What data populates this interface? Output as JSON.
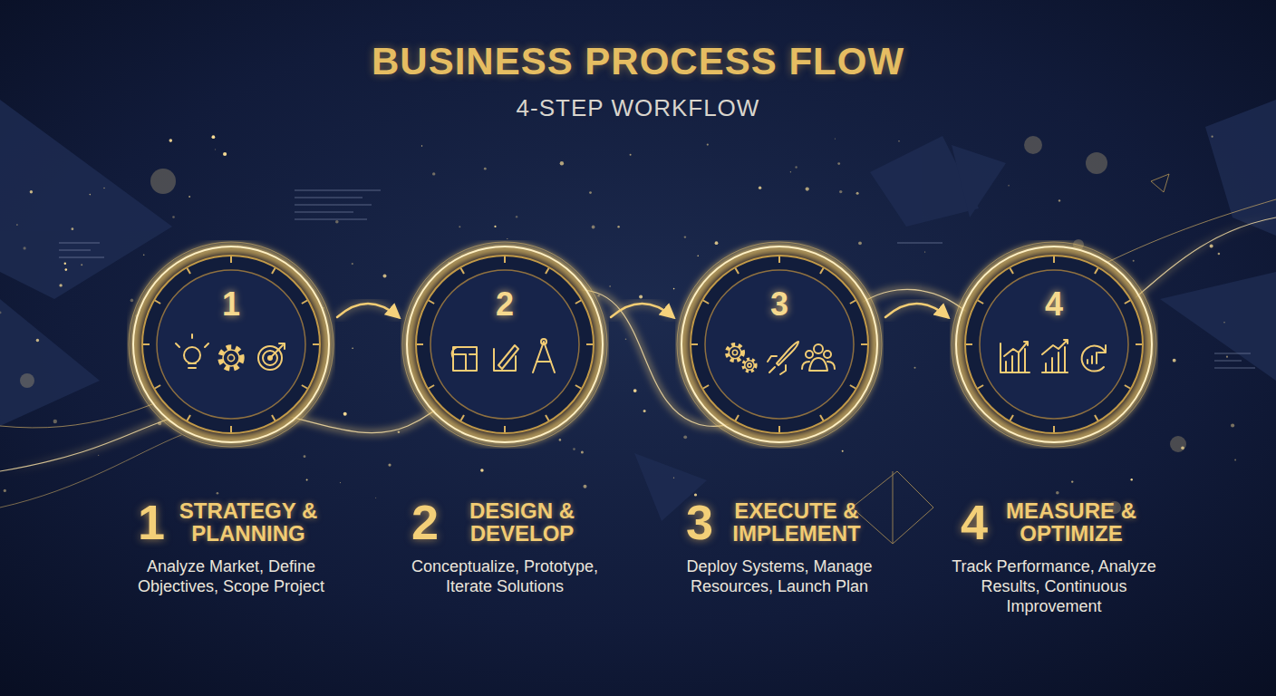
{
  "diagram": {
    "title": "BUSINESS PROCESS FLOW",
    "nodes": [
      {
        "text": [
          "1",
          "1",
          "STRATEGY & PLANNING",
          "Analyze Market, Define Objectives, Scope Project"
        ]
      },
      {
        "text": [
          "2",
          "2",
          "DESIGN & DEVELOP",
          "Conceptualize, Prototype, Iterate Solutions"
        ]
      },
      {
        "text": [
          "3",
          "3",
          "EXECUTE & IMPLEMENT",
          "Deploy Systems, Manage Resources, Launch Plan"
        ]
      },
      {
        "text": [
          "4",
          "4",
          "MEASURE & OPTIMIZE",
          "Track Performance, Analyze Results, Continuous Improvement"
        ]
      }
    ],
    "edges": [
      {
        "from": 0,
        "to": 1,
        "arrow": "to"
      },
      {
        "from": 1,
        "to": 2,
        "arrow": "to"
      },
      {
        "from": 2,
        "to": 3,
        "arrow": "to"
      }
    ],
    "labels": [
      "4-STEP WORKFLOW"
    ]
  }
}
